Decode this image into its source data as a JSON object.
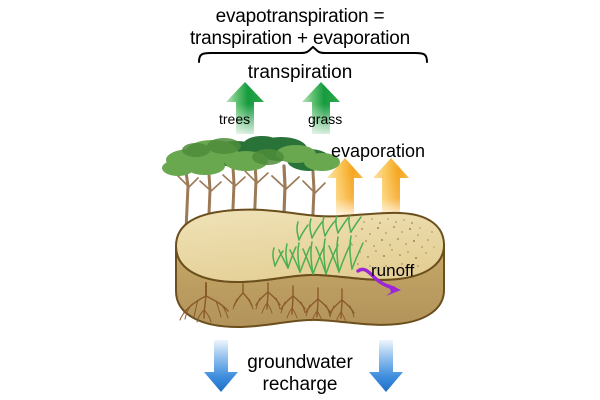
{
  "diagram": {
    "title_line1": "evapotranspiration =",
    "title_line2": "transpiration + evaporation",
    "brace_label": "transpiration",
    "labels": {
      "trees": "trees",
      "grass": "grass",
      "evaporation": "evaporation",
      "runoff": "runoff",
      "groundwater_line1": "groundwater",
      "groundwater_line2": "recharge"
    },
    "colors": {
      "background": "#ffffff",
      "text": "#000000",
      "transpiration_arrow": "#2ea84a",
      "transpiration_arrow_dark": "#169b3f",
      "evaporation_arrow": "#f5a623",
      "evaporation_arrow_light": "#fbc85c",
      "groundwater_arrow": "#2f7fd6",
      "groundwater_arrow_light": "#e8f2fc",
      "runoff_arrow": "#9b28d4",
      "soil_top": "#ead9a8",
      "soil_side": "#c0a062",
      "soil_outline": "#6b4f1d",
      "tree_canopy_light": "#6aa84f",
      "tree_canopy_dark": "#1e6b2e",
      "tree_trunk": "#9c7a57",
      "grass_blade": "#4caf50",
      "root": "#8a5a2b",
      "speckle": "#8a6a2b"
    },
    "elements": {
      "brace": "curly-brace-horizontal",
      "ground_block": "kidney-shaped-soil-block",
      "trees_count": 6,
      "grass_tufts": 12,
      "tree_roots": 1,
      "grass_roots": 5,
      "transpiration_arrows": 2,
      "evaporation_arrows": 2,
      "groundwater_arrows": 2,
      "runoff_arrows": 1
    }
  }
}
